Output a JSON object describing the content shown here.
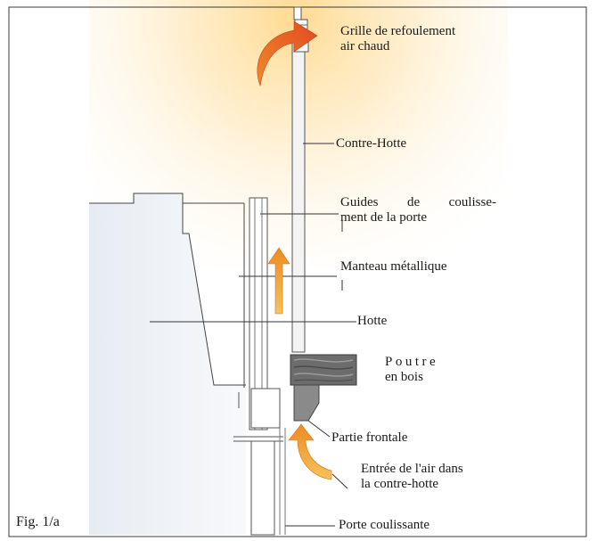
{
  "figure": {
    "caption": "Fig. 1/a",
    "labels": {
      "grille_line1": "Grille de refoulement",
      "grille_line2": "air chaud",
      "contre_hotte": "Contre-Hotte",
      "guides_w1": "Guides",
      "guides_w2": "de",
      "guides_w3": "coulisse-",
      "guides_line2": "ment de la porte",
      "manteau": "Manteau métallique",
      "hotte": "Hotte",
      "poutre_line1": "Poutre",
      "poutre_line2": "en bois",
      "partie_frontale": "Partie frontale",
      "entree_line1": "Entrée de l'air dans",
      "entree_line2": "la contre-hotte",
      "porte": "Porte coulissante"
    },
    "colors": {
      "hot_arrow": "#e8532a",
      "warm_arrow": "#f2a23a",
      "glow": "#ffe9b0",
      "wood": "#6e6e6e",
      "frame": "#333333"
    }
  }
}
